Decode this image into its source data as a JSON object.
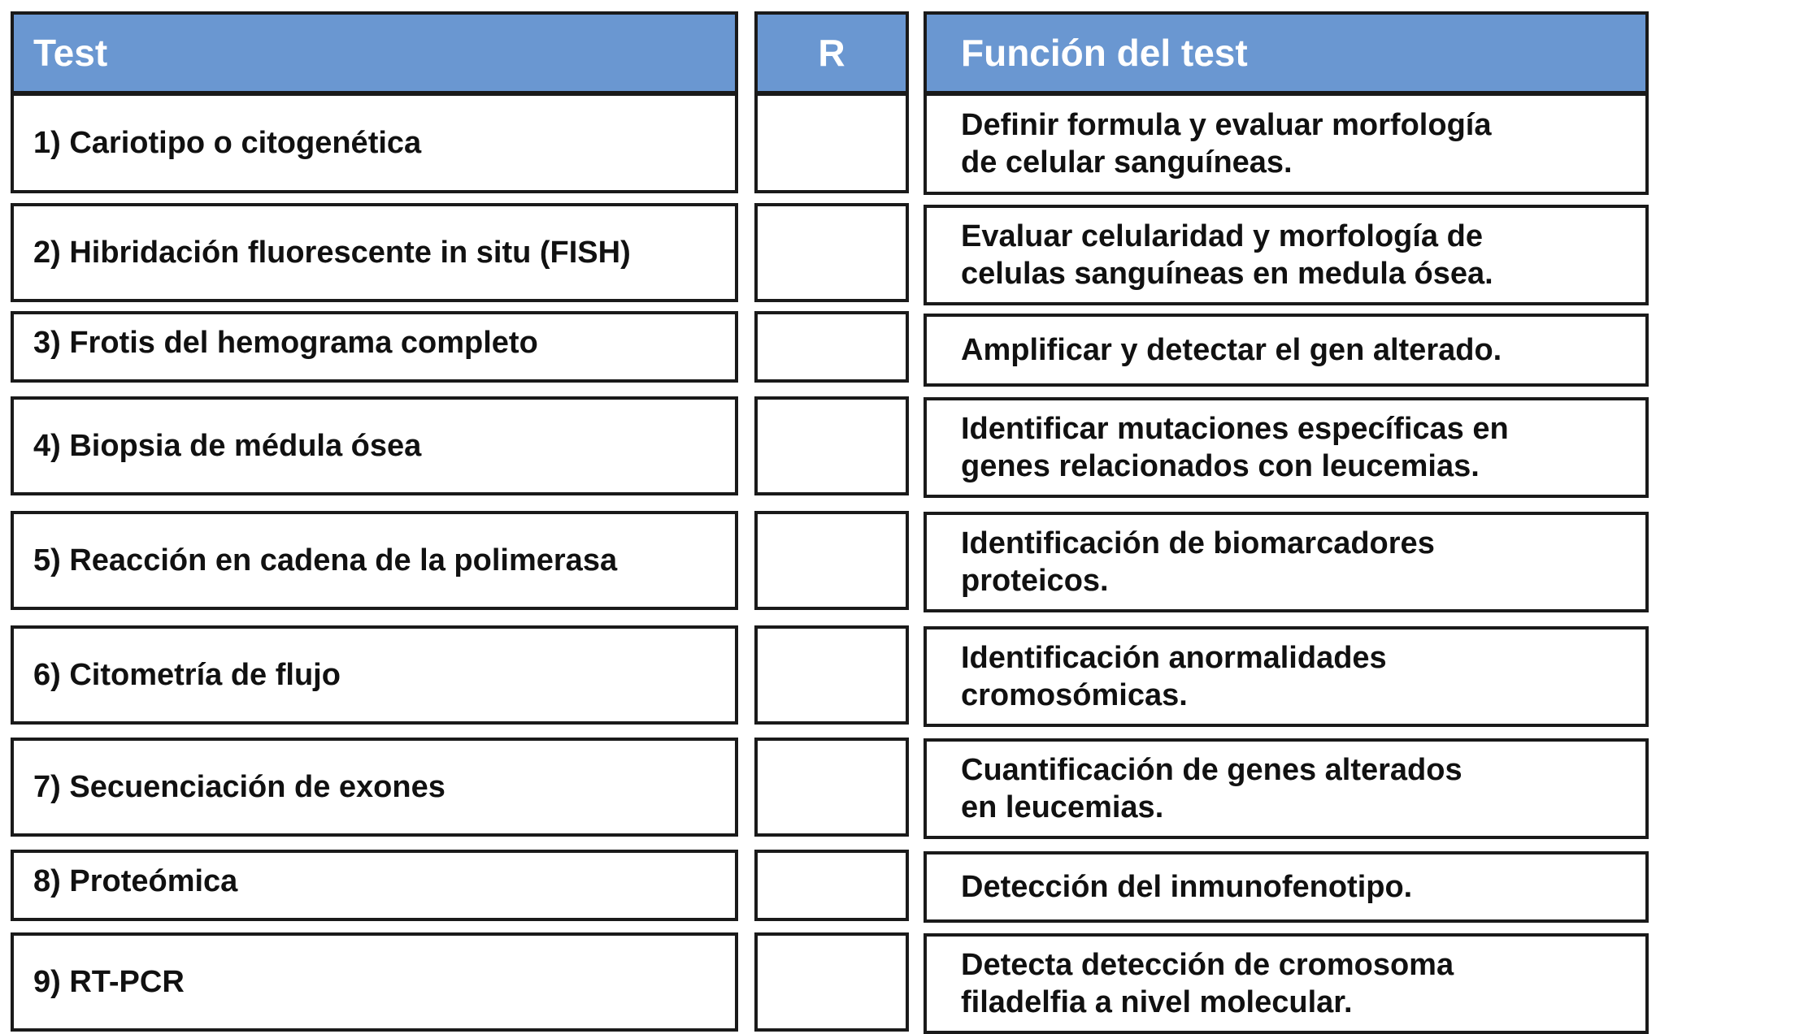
{
  "headers": {
    "test": "Test",
    "r": "R",
    "funcion": "Función del test"
  },
  "rows": [
    {
      "test": "1) Cariotipo o citogenética",
      "r": "",
      "funcion": "Definir formula y evaluar morfología\nde celular sanguíneas."
    },
    {
      "test": "2) Hibridación fluorescente in situ (FISH)",
      "r": "",
      "funcion": "Evaluar celularidad y morfología de\ncelulas sanguíneas en medula ósea."
    },
    {
      "test": "3) Frotis del hemograma completo",
      "r": "",
      "funcion": "Amplificar y detectar el gen alterado."
    },
    {
      "test": "4) Biopsia de médula ósea",
      "r": "",
      "funcion": "Identificar mutaciones específicas en\ngenes relacionados con leucemias."
    },
    {
      "test": "5) Reacción en cadena de la polimerasa",
      "r": "",
      "funcion": "Identificación de biomarcadores\nproteicos."
    },
    {
      "test": "6) Citometría de flujo",
      "r": "",
      "funcion": "Identificación anormalidades\ncromosómicas."
    },
    {
      "test": "7) Secuenciación de exones",
      "r": "",
      "funcion": "Cuantificación de genes alterados\nen leucemias."
    },
    {
      "test": "8) Proteómica",
      "r": "",
      "funcion": "Detección del inmunofenotipo."
    },
    {
      "test": "9) RT-PCR",
      "r": "",
      "funcion": "Detecta detección de cromosoma\nfiladelfia a nivel molecular."
    }
  ],
  "colors": {
    "header_bg": "#6a97d1",
    "header_text": "#ffffff",
    "border": "#1a1a1a"
  }
}
